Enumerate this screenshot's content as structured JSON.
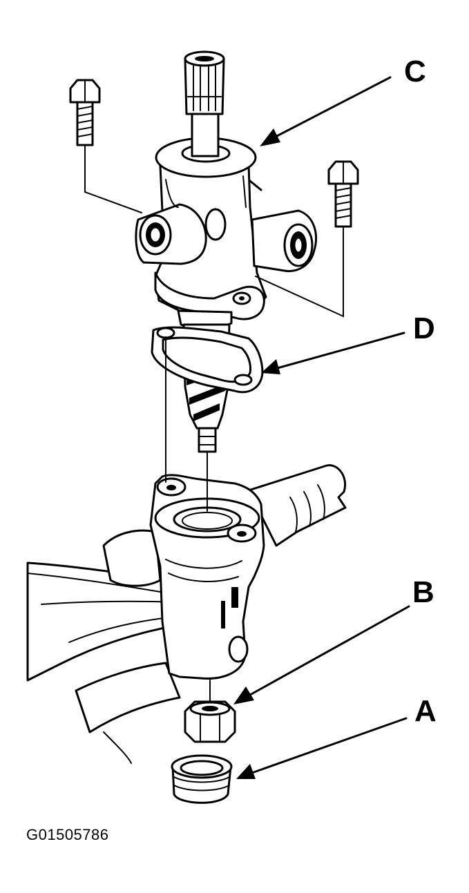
{
  "figure": {
    "id_label": "G01505786"
  },
  "callouts": {
    "a": "A",
    "b": "B",
    "c": "C",
    "d": "D"
  }
}
